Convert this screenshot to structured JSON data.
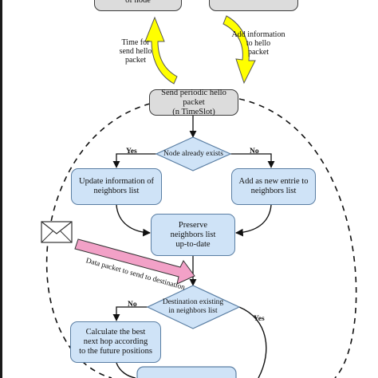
{
  "diagram": {
    "top_left_box": "of node",
    "top_right_box": "",
    "left_arrow_label": "Time for\nsend hello\npacket",
    "right_arrow_label": "Add information\nto hello\npacket",
    "send_box": "Send periodic hello packet\n(n TimeSlot)",
    "decision1": "Node already exists",
    "yes1": "Yes",
    "no1": "No",
    "update_box": "Update information of\nneighbors list",
    "add_box": "Add as new entrie to\nneighbors list",
    "preserve_box": "Preserve\nneighbors list\nup-to-date",
    "data_packet_label": "Data packet to send to destination",
    "decision2": "Destination existing\nin neighbors list",
    "no2": "No",
    "yes2": "Yes",
    "calc_box": "Calculate the best\nnext hop according\nto the future positions"
  },
  "colors": {
    "process_fill": "#cfe3f7",
    "decision_fill": "#cfe3f7",
    "gray_fill": "#dcdcdc",
    "arrow_yellow": "#ffff00",
    "pink_arrow": "#f2a1c7"
  },
  "icons": [
    "envelope-icon"
  ]
}
